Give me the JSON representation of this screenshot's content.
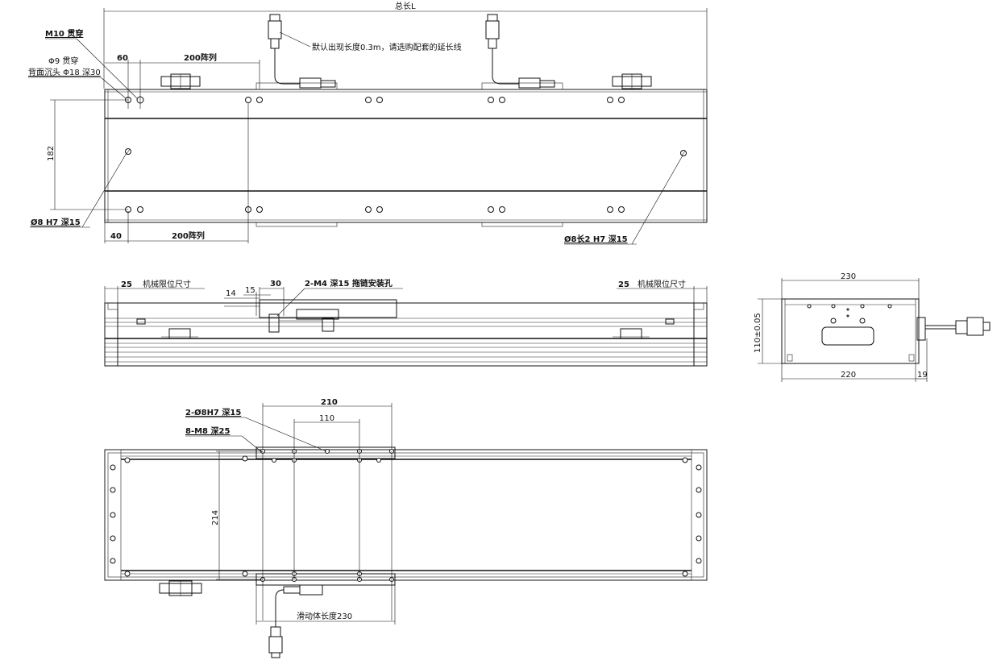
{
  "labels": {
    "total_length": "总长L",
    "m10_through": "M10 贯穿",
    "phi9_through": "Φ9 贯穿",
    "counterbore": "背面沉头 Φ18 深30",
    "dim_60": "60",
    "dim_200_top": "200阵列",
    "cable_note": "默认出现长度0.3m，请选购配套的延长线",
    "dim_182": "182",
    "phi8_h7": "Ø8  H7  深15",
    "dim_40": "40",
    "dim_200_bottom": "200阵列",
    "slot_note": "Ø8长2  H7  深15",
    "limit_left_val": "25",
    "limit_left_text": "机械限位尺寸",
    "dim_14": "14",
    "dim_15": "15",
    "dim_30": "30",
    "m4_note": "2-M4 深15  拖链安装孔",
    "limit_right_val": "25",
    "limit_right_text": "机械限位尺寸",
    "dim_230_top": "230",
    "dim_110_005": "110±0.05",
    "dim_220": "220",
    "dim_19": "19",
    "dim_210": "210",
    "dim_110": "110",
    "pin_note": "2-Ø8H7  深15",
    "m8_note": "8-M8  深25",
    "dim_214": "214",
    "slider_length": "滑动体长度230"
  }
}
